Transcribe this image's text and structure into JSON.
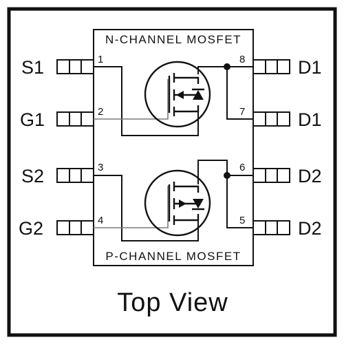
{
  "view_title": "Top View",
  "top_channel_label": "N-CHANNEL MOSFET",
  "bottom_channel_label": "P-CHANNEL MOSFET",
  "pins": {
    "p1": {
      "name": "S1",
      "number": "1"
    },
    "p2": {
      "name": "G1",
      "number": "2"
    },
    "p3": {
      "name": "S2",
      "number": "3"
    },
    "p4": {
      "name": "G2",
      "number": "4"
    },
    "p5": {
      "name": "D2",
      "number": "5"
    },
    "p6": {
      "name": "D2",
      "number": "6"
    },
    "p7": {
      "name": "D1",
      "number": "7"
    },
    "p8": {
      "name": "D1",
      "number": "8"
    }
  }
}
